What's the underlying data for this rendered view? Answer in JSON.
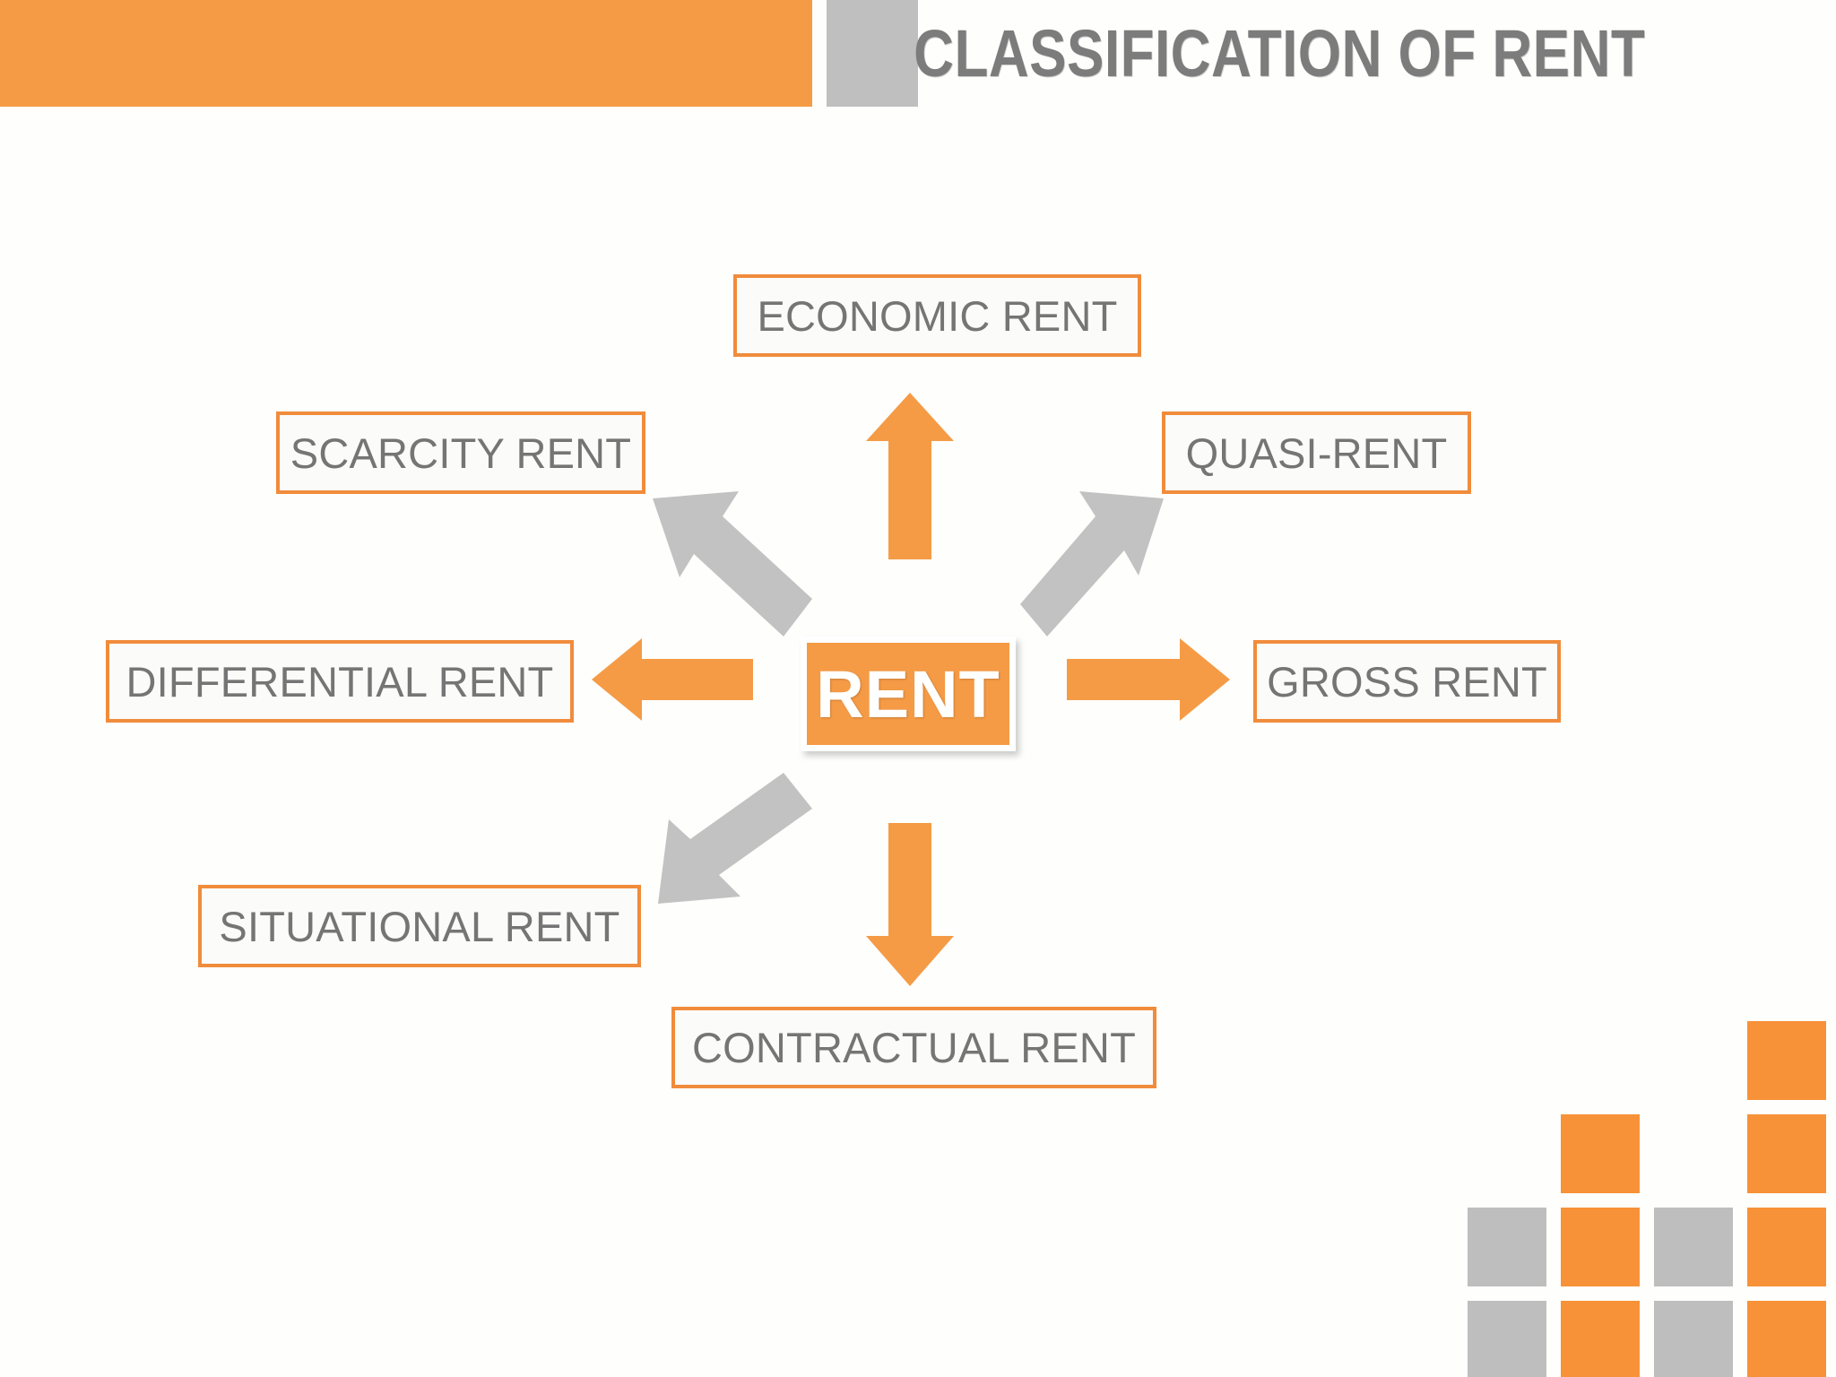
{
  "header": {
    "title": "CLASSIFICATION OF RENT",
    "orange_bar_color": "#F59B46",
    "gray_bar_color": "#BFBFBF",
    "title_color": "#7C7C7C"
  },
  "diagram": {
    "type": "radial-hub-and-spoke",
    "center": {
      "label": "RENT",
      "fill": "#F59B46",
      "text_color": "#FFFFFF"
    },
    "node_border_color": "#F08C3C",
    "node_text_color": "#757575",
    "orange_arrow_color": "#F59B46",
    "gray_arrow_color": "#C2C2C2",
    "nodes": [
      {
        "id": "economic",
        "label": "ECONOMIC RENT",
        "direction": "up",
        "arrow_color": "#F59B46"
      },
      {
        "id": "quasi",
        "label": "QUASI-RENT",
        "direction": "up-right",
        "arrow_color": "#C2C2C2"
      },
      {
        "id": "gross",
        "label": "GROSS RENT",
        "direction": "right",
        "arrow_color": "#F59B46"
      },
      {
        "id": "contractual",
        "label": "CONTRACTUAL RENT",
        "direction": "down",
        "arrow_color": "#F59B46"
      },
      {
        "id": "situational",
        "label": "SITUATIONAL RENT",
        "direction": "down-left",
        "arrow_color": "#C2C2C2"
      },
      {
        "id": "differential",
        "label": "DIFFERENTIAL RENT",
        "direction": "left",
        "arrow_color": "#F59B46"
      },
      {
        "id": "scarcity",
        "label": "SCARCITY RENT",
        "direction": "up-left",
        "arrow_color": "#C2C2C2"
      }
    ]
  },
  "decoration": {
    "name": "corner-square-mosaic",
    "columns": 4,
    "rows": 4,
    "orange": "#F79239",
    "gray": "#BEBEBE",
    "cells": [
      [
        "empty",
        "empty",
        "empty",
        "orange"
      ],
      [
        "empty",
        "orange",
        "empty",
        "orange"
      ],
      [
        "gray",
        "orange",
        "gray",
        "orange"
      ],
      [
        "gray",
        "orange",
        "gray",
        "orange"
      ]
    ]
  }
}
